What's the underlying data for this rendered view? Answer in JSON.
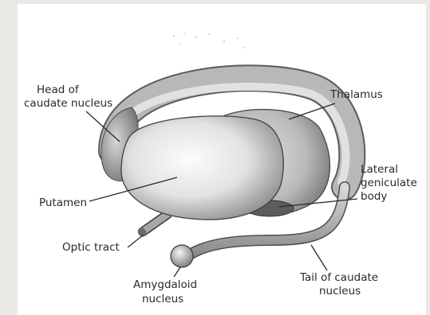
{
  "labels": {
    "head_of_caudate": [
      "Head of",
      "caudate nucleus"
    ],
    "thalamus": [
      "Thalamus"
    ],
    "lateral_geniculate": [
      "Lateral",
      "geniculate",
      "body"
    ],
    "putamen": [
      "Putamen"
    ],
    "optic_tract": [
      "Optic tract"
    ],
    "tail_of_caudate": [
      "Tail of caudate",
      "nucleus"
    ],
    "amygdaloid": [
      "Amygdaloid",
      "nucleus"
    ]
  },
  "colors": {
    "background": "#ebe9e6",
    "figure": "#ffffff",
    "ink": "#2a2a2a"
  }
}
